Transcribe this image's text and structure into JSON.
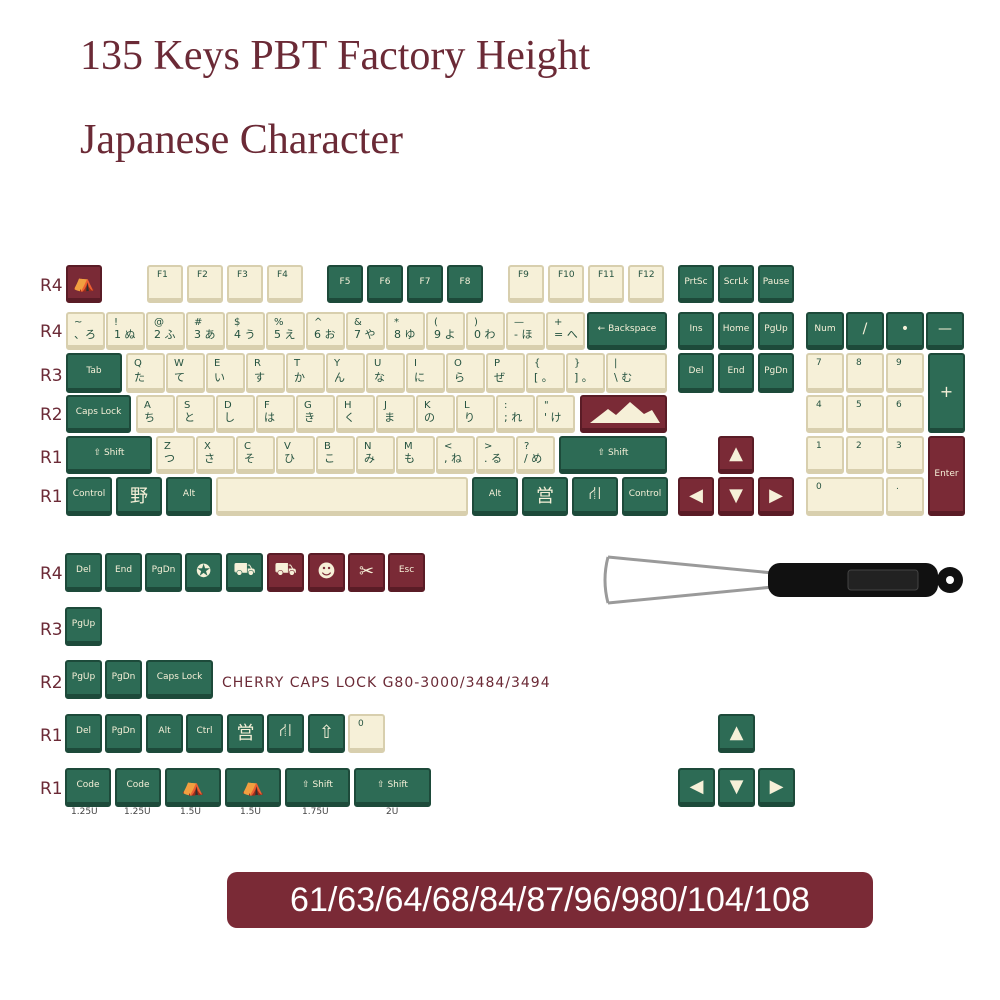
{
  "title_line1": "135 Keys PBT Factory Height",
  "title_line2": "Japanese Character",
  "colors": {
    "green": "#2d6b55",
    "cream": "#f6f0d8",
    "maroon": "#7a2a36"
  },
  "row_labels": [
    "R4",
    "R4",
    "R3",
    "R2",
    "R1",
    "R1",
    "R4",
    "R3",
    "R2",
    "R1",
    "R1"
  ],
  "keys": {
    "f1": "F1",
    "f2": "F2",
    "f3": "F3",
    "f4": "F4",
    "f5": "F5",
    "f6": "F6",
    "f7": "F7",
    "f8": "F8",
    "f9": "F9",
    "f10": "F10",
    "f11": "F11",
    "f12": "F12",
    "prtsc": "PrtSc",
    "scrlk": "ScrLk",
    "pause": "Pause",
    "backspace": "← Backspace",
    "ins": "Ins",
    "home": "Home",
    "pgup": "PgUp",
    "num": "Num",
    "slash": "/",
    "dot": "•",
    "minus": "—",
    "tab": "Tab",
    "del": "Del",
    "end": "End",
    "pgdn": "PgDn",
    "n7": "7",
    "n8": "8",
    "n9": "9",
    "plus": "+",
    "capslock": "Caps Lock",
    "n4": "4",
    "n5": "5",
    "n6": "6",
    "shift": "⇧ Shift",
    "n1": "1",
    "n2": "2",
    "n3": "3",
    "enter": "Enter",
    "control": "Control",
    "alt": "Alt",
    "n0": "0",
    "ndot": "."
  },
  "num_row": [
    {
      "t": "~",
      "b": "、ろ"
    },
    {
      "t": "!",
      "b": "1 ぬ"
    },
    {
      "t": "@",
      "b": "2 ふ"
    },
    {
      "t": "#",
      "b": "3 あ"
    },
    {
      "t": "$",
      "b": "4 う"
    },
    {
      "t": "%",
      "b": "5 え"
    },
    {
      "t": "^",
      "b": "6 お"
    },
    {
      "t": "&",
      "b": "7 や"
    },
    {
      "t": "*",
      "b": "8 ゆ"
    },
    {
      "t": "(",
      "b": "9 よ"
    },
    {
      "t": ")",
      "b": "0 わ"
    },
    {
      "t": "—",
      "b": "- ほ"
    },
    {
      "t": "+",
      "b": "= へ"
    }
  ],
  "q_row": [
    {
      "t": "Q",
      "b": "た"
    },
    {
      "t": "W",
      "b": "て"
    },
    {
      "t": "E",
      "b": "い"
    },
    {
      "t": "R",
      "b": "す"
    },
    {
      "t": "T",
      "b": "か"
    },
    {
      "t": "Y",
      "b": "ん"
    },
    {
      "t": "U",
      "b": "な"
    },
    {
      "t": "I",
      "b": "に"
    },
    {
      "t": "O",
      "b": "ら"
    },
    {
      "t": "P",
      "b": "ぜ"
    },
    {
      "t": "{",
      "b": "[ 。"
    },
    {
      "t": "}",
      "b": "] 。"
    },
    {
      "t": "|",
      "b": "\\ む"
    }
  ],
  "a_row": [
    {
      "t": "A",
      "b": "ち"
    },
    {
      "t": "S",
      "b": "と"
    },
    {
      "t": "D",
      "b": "し"
    },
    {
      "t": "F",
      "b": "は"
    },
    {
      "t": "G",
      "b": "き"
    },
    {
      "t": "H",
      "b": "く"
    },
    {
      "t": "J",
      "b": "ま"
    },
    {
      "t": "K",
      "b": "の"
    },
    {
      "t": "L",
      "b": "り"
    },
    {
      "t": ":",
      "b": "; れ"
    },
    {
      "t": "\"",
      "b": "' け"
    }
  ],
  "z_row": [
    {
      "t": "Z",
      "b": "つ"
    },
    {
      "t": "X",
      "b": "さ"
    },
    {
      "t": "C",
      "b": "そ"
    },
    {
      "t": "V",
      "b": "ひ"
    },
    {
      "t": "B",
      "b": "こ"
    },
    {
      "t": "N",
      "b": "み"
    },
    {
      "t": "M",
      "b": "も"
    },
    {
      "t": "<",
      "b": ", ね"
    },
    {
      "t": ">",
      "b": ". る"
    },
    {
      "t": "?",
      "b": "/ め"
    }
  ],
  "kanji": {
    "ya": "野",
    "ei": "営",
    "sign": "⛙"
  },
  "extras": {
    "r4": [
      "Del",
      "End",
      "PgDn",
      "Esc"
    ],
    "r3": [
      "PgUp"
    ],
    "r2": [
      "PgUp",
      "PgDn",
      "Caps Lock"
    ],
    "r1a": [
      "Del",
      "PgDn",
      "Alt",
      "Ctrl",
      "0"
    ],
    "r1b": [
      "Code",
      "Code",
      "⇧ Shift",
      "⇧ Shift"
    ]
  },
  "cherry_note": "CHERRY CAPS LOCK G80-3000/3484/3494",
  "sizes": [
    "1.25U",
    "1.25U",
    "1.5U",
    "1.5U",
    "1.75U",
    "2U"
  ],
  "compat": "61/63/64/68/84/87/96/980/104/108"
}
